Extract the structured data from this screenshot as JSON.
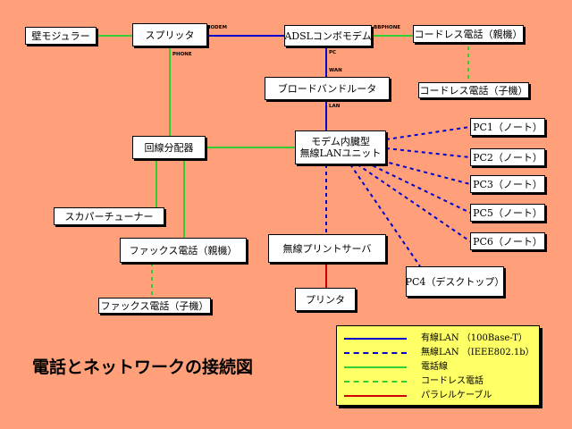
{
  "diagram": {
    "title": "電話とネットワークの接続図",
    "nodes": {
      "wall_jack": "壁モジュラー",
      "splitter": "スプリッタ",
      "adsl_modem": "ADSLコンボモデム",
      "cordless_base": "コードレス電話（親機）",
      "cordless_handset": "コードレス電話（子機）",
      "router": "ブロードバンドルータ",
      "line_distributor": "回線分配器",
      "wlan_unit_line1": "モデム内臓型",
      "wlan_unit_line2": "無線LANユニット",
      "pc1": "PC1（ノート）",
      "pc2": "PC2（ノート）",
      "pc3": "PC3（ノート）",
      "pc5": "PC5（ノート）",
      "pc6": "PC6（ノート）",
      "pc4": "PC4（デスクトップ）",
      "skyperfect_tuner": "スカパーチューナー",
      "fax_base": "ファックス電話（親機）",
      "fax_handset": "ファックス電話（子機）",
      "print_server": "無線プリントサーバ",
      "printer": "プリンタ"
    },
    "ports": {
      "modem": "MODEM",
      "phone": "PHONE",
      "bbphone": "BBPHONE",
      "pc": "PC",
      "wan": "WAN",
      "lan": "LAN"
    },
    "colors": {
      "wired_lan": "#0000CC",
      "wireless_lan": "#0000CC",
      "telephone_line": "#33CC33",
      "cordless": "#33CC33",
      "parallel_cable": "#CC0000",
      "legend_background": "#FFFF66",
      "page_background": "#FFA07A"
    },
    "legend": [
      {
        "label": "有線LAN （100Base-T）",
        "style": "solid",
        "color": "#0000CC"
      },
      {
        "label": "無線LAN （IEEE802.1b）",
        "style": "dashed",
        "color": "#0000CC"
      },
      {
        "label": "電話線",
        "style": "solid",
        "color": "#33CC33"
      },
      {
        "label": "コードレス電話",
        "style": "dashed",
        "color": "#33CC33"
      },
      {
        "label": "パラレルケーブル",
        "style": "solid",
        "color": "#CC0000"
      }
    ]
  }
}
